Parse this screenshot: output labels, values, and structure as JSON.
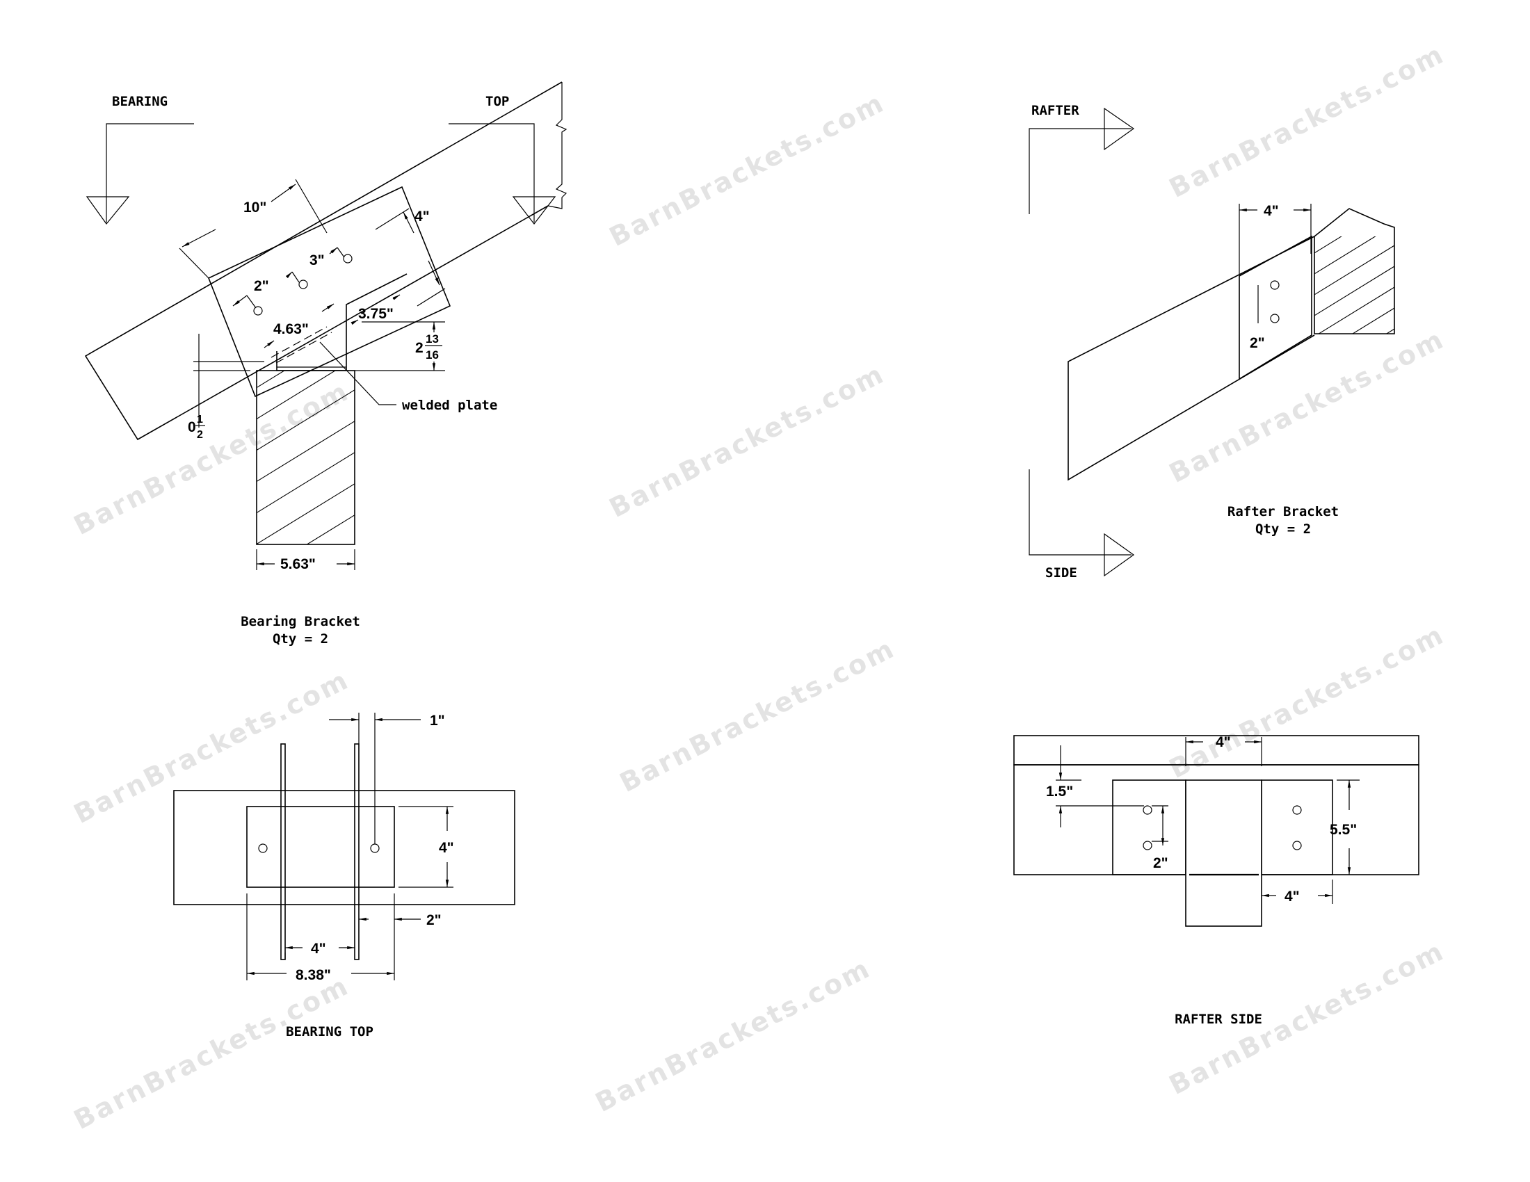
{
  "watermark": {
    "text": "BarnBrackets.com",
    "color": "#e3e3e3"
  },
  "bearing_bracket": {
    "section_labels": {
      "left": "BEARING",
      "right": "TOP"
    },
    "dimensions": {
      "length": "10\"",
      "width": "4\"",
      "hole_spacing_a": "3\"",
      "hole_spacing_b": "2\"",
      "lower_leg": "4.63\"",
      "upper_leg": "3.75\"",
      "height_whole": "2",
      "height_num": "13",
      "height_den": "16",
      "offset_whole": "0",
      "offset_num": "1",
      "offset_den": "2",
      "post_width": "5.63\""
    },
    "callout": "welded plate",
    "title": "Bearing Bracket",
    "qty": "Qty = 2"
  },
  "rafter_bracket": {
    "section_labels": {
      "top": "RAFTER",
      "bottom": "SIDE"
    },
    "dimensions": {
      "width": "4\"",
      "hole_spacing": "2\""
    },
    "title": "Rafter Bracket",
    "qty": "Qty = 2"
  },
  "bearing_top": {
    "dimensions": {
      "plate_gap": "1\"",
      "plate_height": "4\"",
      "edge": "2\"",
      "inner": "4\"",
      "overall": "8.38\""
    },
    "title": "BEARING TOP"
  },
  "rafter_side": {
    "dimensions": {
      "top_width": "4\"",
      "hole_from_top": "1.5\"",
      "hole_spacing": "2\"",
      "depth": "5.5\"",
      "side_width": "4\""
    },
    "title": "RAFTER SIDE"
  }
}
